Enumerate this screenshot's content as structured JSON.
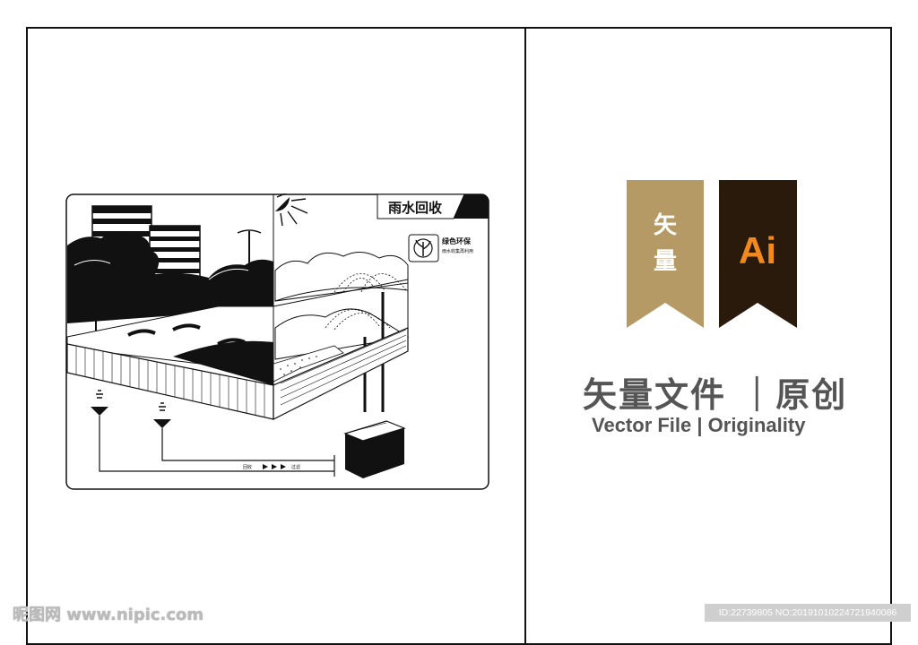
{
  "illustration": {
    "title": "雨水回收",
    "badge_title": "绿色环保",
    "badge_sub": "雨水收集再利用",
    "flow_label_1": "回收",
    "flow_label_2": "过滤"
  },
  "brand": {
    "ribbon_left_line1": "矢",
    "ribbon_left_line2": "量",
    "ribbon_right_text": "Ai",
    "ribbon_left_color": "#b69a66",
    "ribbon_right_color": "#2a1a0c",
    "ai_text_color": "#f08a1f"
  },
  "headline": {
    "title": "矢量文件 ｜原创",
    "subtitle": "Vector File | Originality"
  },
  "watermark": {
    "left": "昵图网 www.nipic.com",
    "right": "ID:22739805 NO:20191010224721940086"
  }
}
